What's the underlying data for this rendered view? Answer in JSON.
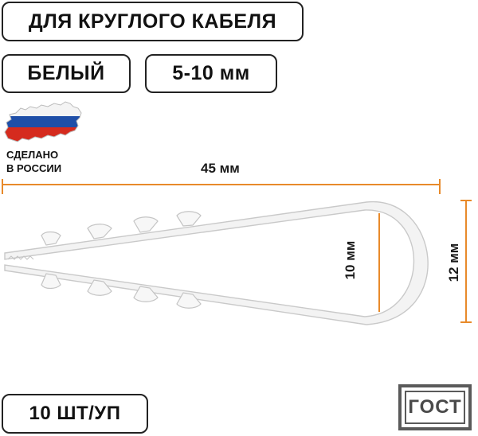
{
  "badges": {
    "type": "ДЛЯ КРУГЛОГО КАБЕЛЯ",
    "color": "БЕЛЫЙ",
    "size": "5-10 мм",
    "quantity": "10 ШТ/УП"
  },
  "origin": {
    "line1": "СДЕЛАНО",
    "line2": "В РОССИИ"
  },
  "dimensions": {
    "length": "45 мм",
    "inner_gap": "10 мм",
    "outer_width": "12 мм"
  },
  "gost": "ГОСТ",
  "colors": {
    "dimension_line": "#e88a2a",
    "flag_white": "#ffffff",
    "flag_blue": "#1f4fa8",
    "flag_red": "#d52b1e"
  }
}
